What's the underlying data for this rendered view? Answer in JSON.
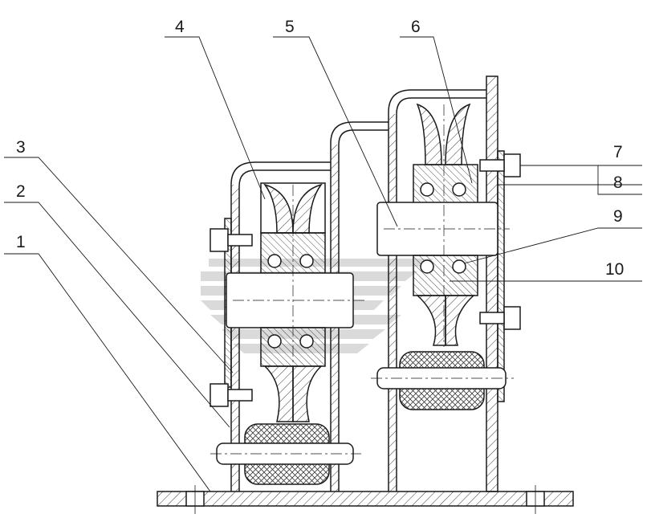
{
  "callouts": [
    {
      "id": "c1",
      "text": "1"
    },
    {
      "id": "c2",
      "text": "2"
    },
    {
      "id": "c3",
      "text": "3"
    },
    {
      "id": "c4",
      "text": "4"
    },
    {
      "id": "c5",
      "text": "5"
    },
    {
      "id": "c6",
      "text": "6"
    },
    {
      "id": "c7",
      "text": "7"
    },
    {
      "id": "c8",
      "text": "8"
    },
    {
      "id": "c9",
      "text": "9"
    },
    {
      "id": "c10",
      "text": "10"
    }
  ],
  "colors": {
    "line": "#1a1a1a",
    "hatch": "#3a3a3a",
    "watermark": "#bcbcbc",
    "background": "#ffffff"
  },
  "watermark": {
    "kind": "logo-chevrons"
  }
}
